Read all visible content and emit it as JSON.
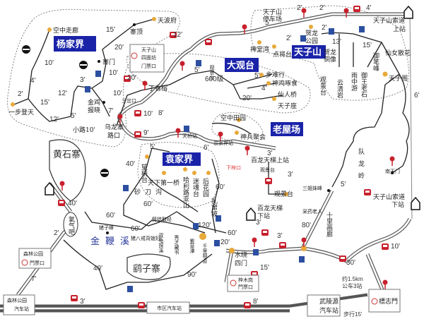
{
  "colors": {
    "scenic_box": "#1a23a8",
    "bus": "#c8202c",
    "road": "#555555",
    "spot": "#e8a93a",
    "toilet": "#2c4fa0",
    "river": "#2a3a9a"
  },
  "areas": {
    "yangjiajie": "杨家界",
    "daguantai": "大观台",
    "tianzishan": "天子山",
    "laowuchang": "老屋场",
    "yuanjiajie": "袁家界",
    "huangshizhai": "黄石寨",
    "yaozizhai": "鹞子寨",
    "jinbianxi": "金鞭溪"
  },
  "labels": {
    "kongzhong_zoulang": "空中走廊",
    "tianbofu": "天波府",
    "zhaiding": "寨顶",
    "zhaimen": "寨门",
    "yibudengtian": "一步登天",
    "jinji_1": "金鸡",
    "jinji_2": "报晓",
    "xiaolu": "小路10'",
    "wulongzhai_1": "乌龙寨",
    "wulongzhai_2": "路口",
    "dingxiangrong": "丁香榕",
    "sanjiaoye": "三岔口",
    "tzs_parking_1": "天子山",
    "tzs_parking_2": "停车场",
    "shentangwan": "神堂湾",
    "dianjiangtai": "点将台",
    "helong_park_1": "贺龙",
    "helong_park_2": "公园",
    "helong_statue_1": "贺龙",
    "helong_statue_2": "铜像",
    "guanjingtai_v": "观景台",
    "yunqingyan": "云清岩",
    "yuzhongyou": "雨中游",
    "yuwanglaoshi": "御王老石",
    "yubifeng": "御笔峰",
    "xiannv": "仙女散花",
    "tianzige": "天子阁",
    "cable_top_1": "天子山索道",
    "cable_top_2": "上站",
    "bunanxing": "步难行",
    "shenji": "神鸡啄食",
    "xianrenqiao": "仙人桥",
    "tianzizuo": "天子座",
    "jie600": "600级",
    "guanjing2": "观景台",
    "kongzhong_tianyuan": "空中田园",
    "shenbing": "神兵聚会",
    "tianqiaozhan": "天桥站",
    "yuanjiajie_zhan": "袁家界站",
    "wangqiaotai": "望桥台",
    "tianxia": "天下第一桥",
    "hallelujah": "哈利路亚山",
    "mihuntai": "迷魂台",
    "houhuayuan": "后花园",
    "shadaogou": "砂刀沟",
    "luancuanpo": "乱窜坡",
    "bailong_top": "百龙天梯上站",
    "guanjing_3": "观景台",
    "guanjing_4": "观景台",
    "bailong_bottom_1": "百龙天梯",
    "bailong_bottom_2": "下站",
    "xiazikou": "下梓口",
    "shuiraosimen_1": "水绕",
    "shuiraosimen_2": "四门",
    "sanjiemei": "三姐妹峰",
    "caiyao": "采药老人",
    "shilihualang": "十里画廊",
    "duilongling": "队龙岭",
    "nantianmen": "南天门",
    "cable_bottom_1": "天子山索道",
    "cable_bottom_2": "下站",
    "yangqiba": "氧气吧",
    "zhuzifeng": "猪子峰",
    "pitu": "劈徒取经",
    "zhubajie": "猪八戒背媳妇",
    "shuanggui": "双龟探溪",
    "xiucai": "秀才藏书",
    "zicaotan": "紫草潭",
    "qianli": "千里相会",
    "walk_note_1": "约1.5km",
    "walk_note_2": "公车3站",
    "walk_note_3": "步行15'"
  },
  "info_boxes": {
    "tzs_gate": [
      "天子山",
      "四面坊",
      "门票口"
    ],
    "forest_gate": [
      "森林公园",
      "門票口"
    ],
    "zimugang_gate": [
      "梓木岗",
      "門票口"
    ],
    "biaozhimen": "標志門"
  },
  "stations": {
    "forest_bus": [
      "森林公园",
      "汽车站"
    ],
    "city_bus": "市区汽车站",
    "wulingyuan_bus": [
      "武陵源",
      "汽车站"
    ]
  },
  "times": [
    "15'",
    "20'",
    "10'",
    "3'",
    "12'",
    "4'",
    "10'",
    "2'",
    "15'",
    "12'",
    "5'",
    "7'",
    "12'",
    "20'",
    "10'",
    "8'",
    "9'",
    "5'",
    "2'",
    "2'",
    "5'",
    "4'",
    "2'",
    "2'",
    "13'",
    "15'",
    "5'",
    "4'",
    "20'",
    "6'",
    "5'",
    "6'",
    "3'",
    "40'",
    "60'",
    "60'",
    "120'",
    "3'",
    "3'",
    "60'",
    "20'",
    "3'",
    "5'",
    "80'",
    "30'",
    "10'",
    "15'",
    "8'",
    "40'",
    "2'",
    "7'",
    "3'",
    "40'",
    "60'",
    "90'",
    "60'",
    "10'",
    "15'"
  ]
}
